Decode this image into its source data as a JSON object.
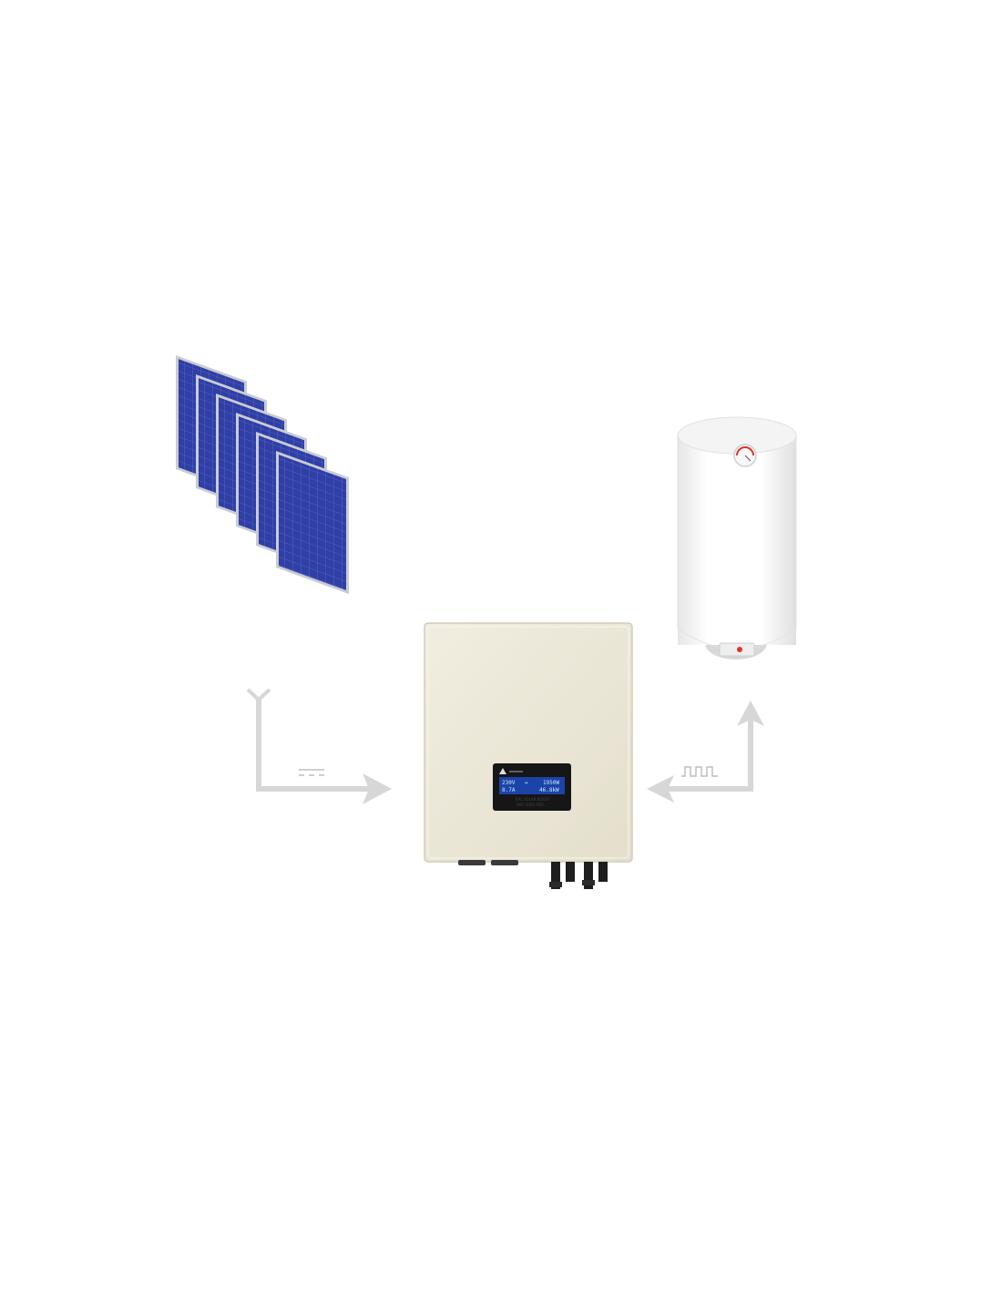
{
  "diagram": {
    "components": {
      "panels": {
        "icon": "solar-panel-array-icon",
        "count": 6,
        "cell_color": "#2f3fa6",
        "frame_color": "#c9ccd2"
      },
      "controller": {
        "icon": "solar-controller-icon",
        "body_color": "#ece8d6",
        "display": {
          "line1_left": "230V",
          "line1_mid": "↔",
          "line1_right": "1950W",
          "line2_left": "8.7A",
          "line2_right": "46.8kW",
          "bg_color": "#1b44a8"
        },
        "label_line1": "EPC SOLAR BOOST",
        "label_line2": "WIFI 3000 PRO"
      },
      "water_heater": {
        "icon": "water-heater-icon",
        "body_color": "#ffffff",
        "gauge_accent": "#d9362b"
      }
    },
    "arrows": {
      "color": "#d7d7d7",
      "dc_symbol": "dc-symbol-icon",
      "square_wave_symbol": "square-wave-icon"
    }
  }
}
